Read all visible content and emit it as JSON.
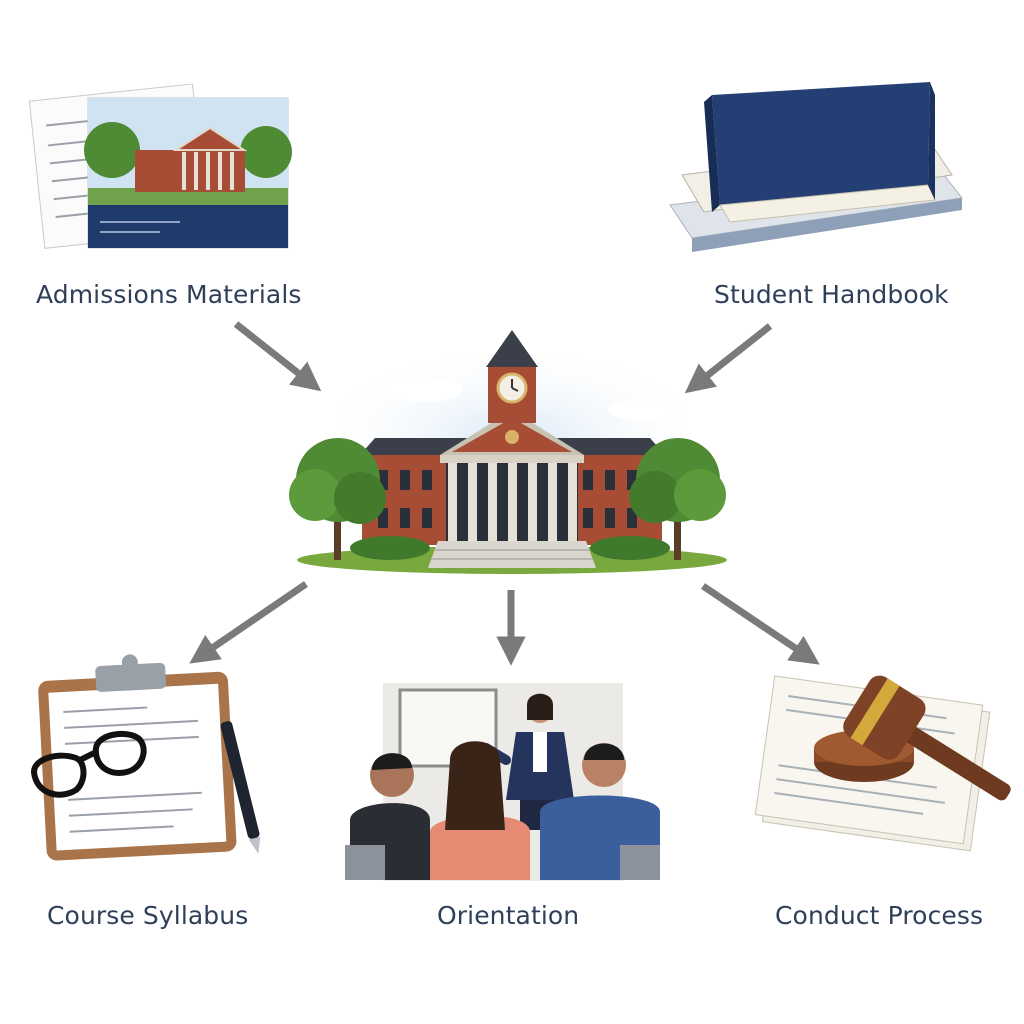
{
  "diagram": {
    "center": {
      "icon": "university-building-icon"
    },
    "nodes": [
      {
        "id": "admissions",
        "label": "Admissions Materials",
        "icon": "brochure-icon"
      },
      {
        "id": "handbook",
        "label": "Student Handbook",
        "icon": "book-stack-icon"
      },
      {
        "id": "syllabus",
        "label": "Course Syllabus",
        "icon": "clipboard-icon"
      },
      {
        "id": "orientation",
        "label": "Orientation",
        "icon": "presentation-icon"
      },
      {
        "id": "conduct",
        "label": "Conduct Process",
        "icon": "gavel-icon"
      }
    ],
    "edges": [
      {
        "from": "admissions",
        "to": "center"
      },
      {
        "from": "handbook",
        "to": "center"
      },
      {
        "from": "center",
        "to": "syllabus"
      },
      {
        "from": "center",
        "to": "orientation"
      },
      {
        "from": "center",
        "to": "conduct"
      }
    ],
    "colors": {
      "label": "#2f3f5a",
      "arrow": "#7a7a7a",
      "brick": "#9c4a33",
      "navy": "#1f3b6b"
    }
  }
}
